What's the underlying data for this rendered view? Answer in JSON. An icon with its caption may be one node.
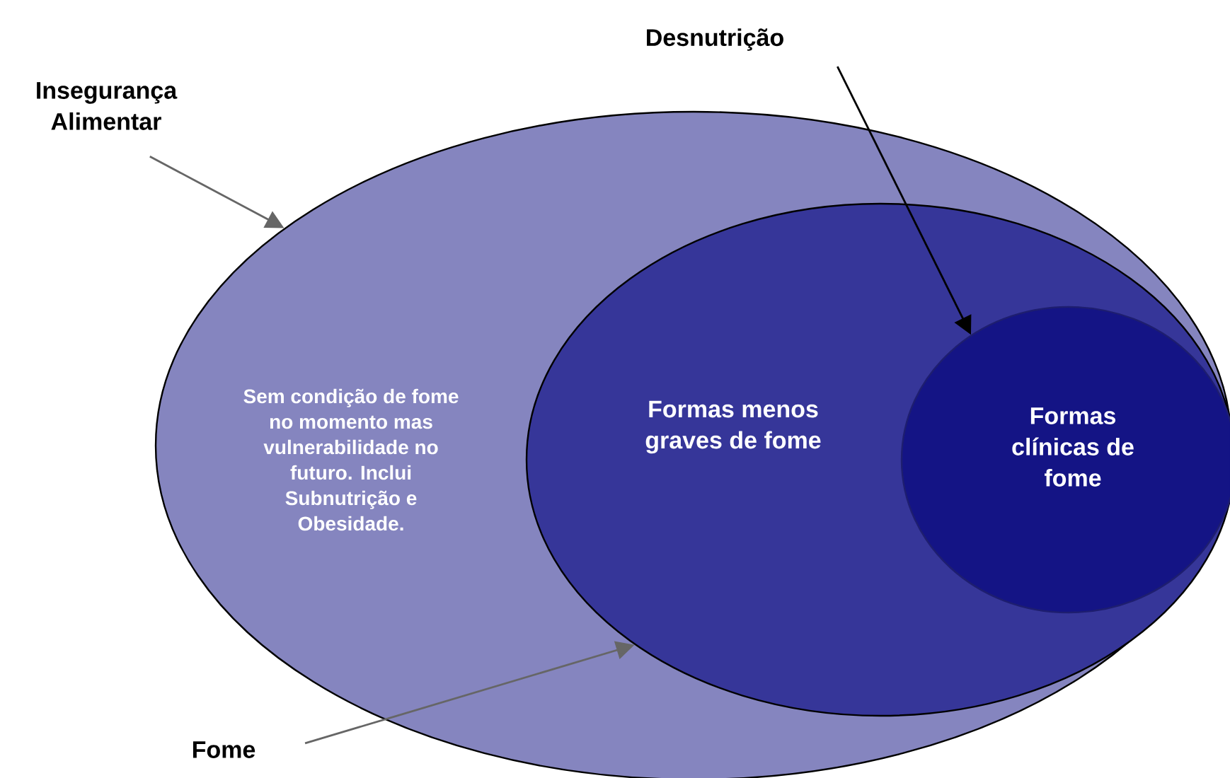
{
  "diagram": {
    "nodes": [
      {
        "text": [
          "Desnutrição"
        ]
      },
      {
        "text": [
          "Insegurança Alimentar"
        ]
      },
      {
        "text": [
          "Sem condição de fome no momento mas vulnerabilidade no futuro. Inclui Subnutrição e Obesidade."
        ]
      },
      {
        "text": [
          "Formas menos graves de fome"
        ],
        "in": 2
      },
      {
        "text": [
          "Formas clínicas de fome"
        ],
        "in": 3
      },
      {
        "text": [
          "Fome"
        ]
      }
    ],
    "edges": [
      {
        "from": 1,
        "to": 2,
        "arrow": "to"
      },
      {
        "from": 0,
        "to": 4,
        "arrow": "to",
        "color": "#000000"
      },
      {
        "from": 5,
        "to": 3,
        "arrow": "to"
      }
    ]
  }
}
